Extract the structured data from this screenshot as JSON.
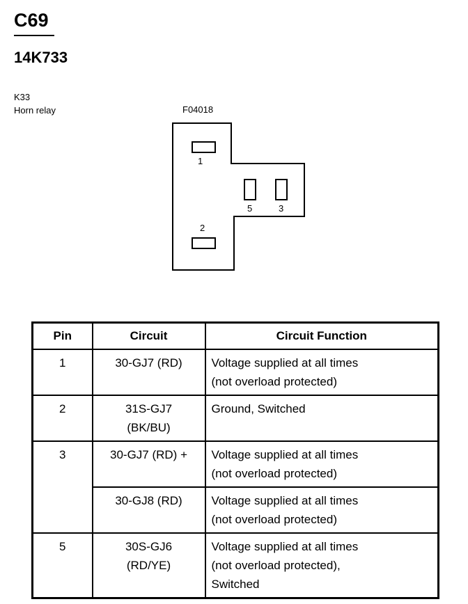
{
  "header": {
    "connector_id": "C69",
    "part_number": "14K733"
  },
  "component": {
    "code": "K33",
    "name": "Horn relay"
  },
  "figure": {
    "code": "F04018",
    "pins": [
      {
        "label": "1"
      },
      {
        "label": "5"
      },
      {
        "label": "3"
      },
      {
        "label": "2"
      }
    ]
  },
  "table": {
    "headers": [
      "Pin",
      "Circuit",
      "Circuit Function"
    ],
    "rows": [
      {
        "pin": "1",
        "circuit": [
          "30-GJ7 (RD)"
        ],
        "function": [
          "Voltage supplied at all times",
          "(not overload protected)"
        ]
      },
      {
        "pin": "2",
        "circuit": [
          "31S-GJ7",
          "(BK/BU)"
        ],
        "function": [
          "Ground, Switched"
        ]
      },
      {
        "pin": "3",
        "circuit": [
          "30-GJ7 (RD) +"
        ],
        "function": [
          "Voltage supplied at all times",
          "(not overload protected)"
        ]
      },
      {
        "pin": "",
        "circuit": [
          "30-GJ8 (RD)"
        ],
        "function": [
          "Voltage supplied at all times",
          "(not overload protected)"
        ]
      },
      {
        "pin": "5",
        "circuit": [
          "30S-GJ6",
          "(RD/YE)"
        ],
        "function": [
          "Voltage supplied at all times",
          "(not overload protected),",
          "Switched"
        ]
      }
    ]
  }
}
